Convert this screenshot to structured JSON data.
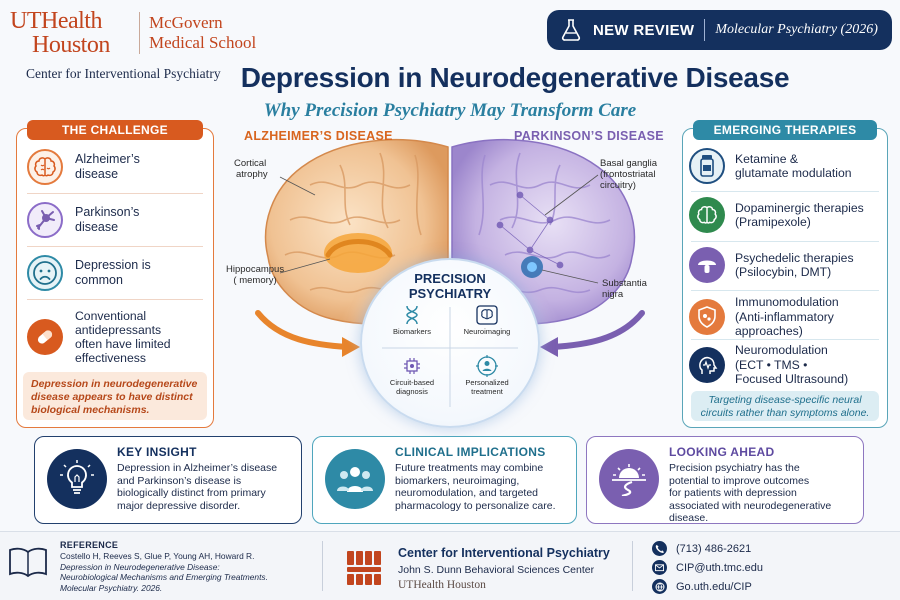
{
  "header": {
    "logo_ut": "UTHealth",
    "logo_houston": "Houston",
    "logo_mcgovern": "McGovern",
    "logo_medical_school": "Medical School",
    "center_name": "Center for Interventional Psychiatry",
    "review_label": "NEW REVIEW",
    "journal": "Molecular Psychiatry (2026)",
    "title": "Depression in Neurodegenerative Disease",
    "subtitle": "Why Precision Psychiatry May Transform Care"
  },
  "challenge": {
    "heading": "THE CHALLENGE",
    "items": [
      {
        "line1": "Alzheimer’s",
        "line2": "disease",
        "icon": "brain-icon"
      },
      {
        "line1": "Parkinson’s",
        "line2": "disease",
        "icon": "neuron-icon"
      },
      {
        "line1": "Depression is",
        "line2": "common",
        "icon": "sad-face-icon"
      },
      {
        "line1": "Conventional",
        "line2": "antidepressants",
        "line3": "often have limited",
        "line4": "effectiveness",
        "icon": "pill-icon"
      }
    ],
    "note_l1": "Depression in neurodegenerative",
    "note_l2": "disease appears to have distinct",
    "note_l3": "biological mechanisms."
  },
  "center": {
    "ad_label": "ALZHEIMER’S DISEASE",
    "pd_label": "PARKINSON’S DISEASE",
    "callouts": {
      "cortical_l1": "Cortical",
      "cortical_l2": "atrophy",
      "hippo_l1": "Hippocampus",
      "hippo_l2": "( memory)",
      "basal_l1": "Basal ganglia",
      "basal_l2": "(frontostriatal",
      "basal_l3": "circuitry)",
      "substantia_l1": "Substantia",
      "substantia_l2": "nigra"
    },
    "precision_l1": "PRECISION",
    "precision_l2": "PSYCHIATRY",
    "quadrants": {
      "biomarkers": "Biomarkers",
      "neuroimaging": "Neuroimaging",
      "circuit_l1": "Circuit-based",
      "circuit_l2": "diagnosis",
      "personal_l1": "Personalized",
      "personal_l2": "treatment"
    }
  },
  "therapies": {
    "heading": "EMERGING THERAPIES",
    "items": [
      {
        "line1": "Ketamine &",
        "line2": "glutamate modulation",
        "icon": "vial-icon"
      },
      {
        "line1": "Dopaminergic therapies",
        "line2": "(Pramipexole)",
        "icon": "brain-icon"
      },
      {
        "line1": "Psychedelic therapies",
        "line2": "(Psilocybin, DMT)",
        "icon": "mushroom-icon"
      },
      {
        "line1": "Immunomodulation",
        "line2": "(Anti-inflammatory",
        "line3": "approaches)",
        "icon": "shield-icon"
      },
      {
        "line1": "Neuromodulation",
        "line2": "(ECT • TMS •",
        "line3": "Focused Ultrasound)",
        "icon": "head-wave-icon"
      }
    ],
    "note_l1": "Targeting disease-specific neural",
    "note_l2": "circuits rather than symptoms alone."
  },
  "bottom": {
    "key_insight": {
      "title": "KEY INSIGHT",
      "l1": "Depression in Alzheimer’s disease",
      "l2": "and Parkinson’s disease is",
      "l3": "biologically distinct from primary",
      "l4": "major depressive disorder."
    },
    "clinical": {
      "title": "CLINICAL IMPLICATIONS",
      "l1": "Future treatments may combine",
      "l2": "biomarkers, neuroimaging,",
      "l3": "neuromodulation, and targeted",
      "l4": "pharmacology to personalize care."
    },
    "looking": {
      "title": "LOOKING AHEAD",
      "l1": "Precision psychiatry has the",
      "l2": "potential to improve outcomes",
      "l3": "for patients with depression",
      "l4": "associated with neurodegenerative",
      "l5": "disease."
    }
  },
  "footer": {
    "ref_heading": "REFERENCE",
    "ref_authors": "Costello H, Reeves S, Glue P, Young AH, Howard R.",
    "ref_title_l1": "Depression in Neurodegenerative Disease:",
    "ref_title_l2": "Neurobiological Mechanisms and Emerging Treatments.",
    "ref_journal": "Molecular Psychiatry. 2026.",
    "cip_name": "Center for Interventional Psychiatry",
    "cip_sub": "John S. Dunn Behavioral Sciences Center",
    "cip_logo": "UTHealth Houston",
    "phone": "(713) 486-2621",
    "email": "CIP@uth.tmc.edu",
    "web": "Go.uth.edu/CIP"
  },
  "colors": {
    "navy": "#14305e",
    "orange": "#d85a1f",
    "teal": "#2e8aa6",
    "purple": "#7a5fb0",
    "green": "#2f8a4e"
  }
}
